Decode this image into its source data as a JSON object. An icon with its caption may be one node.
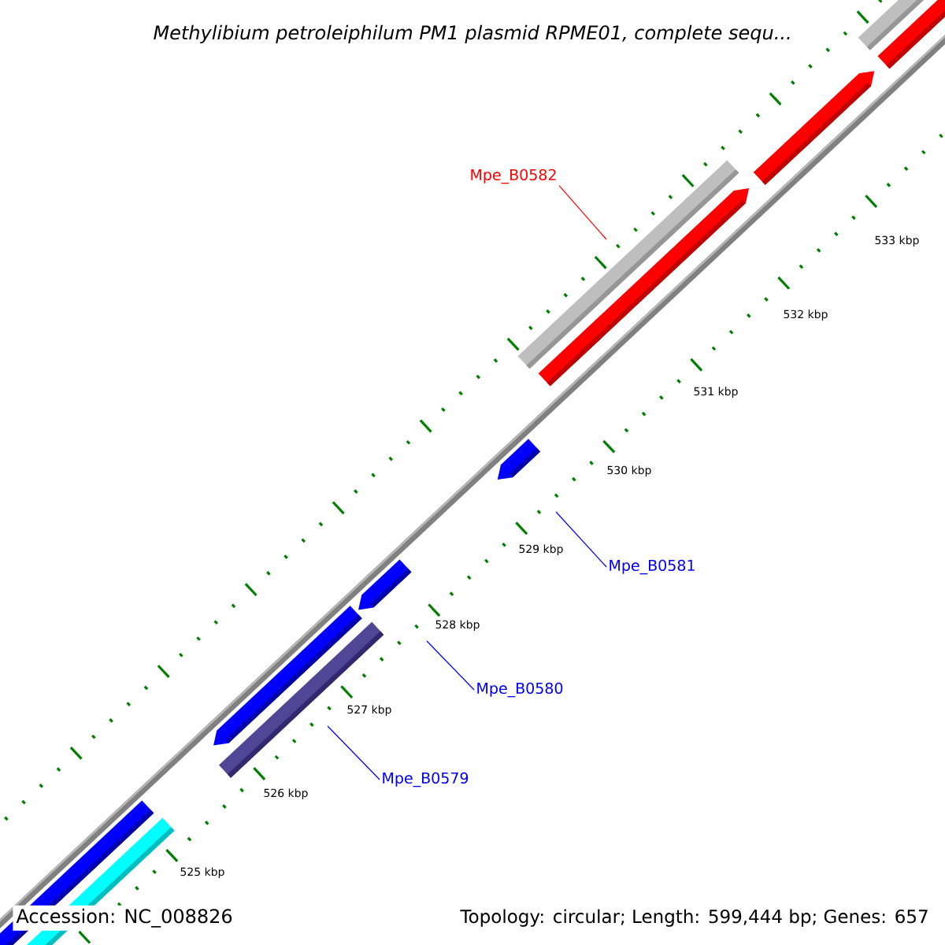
{
  "diagram": {
    "title": "Methylibium petroleiphilum PM1 plasmid RPME01, complete sequ...",
    "nodes": [
      {
        "text": [
          "Mpe_B0582"
        ]
      },
      {
        "text": [
          "Mpe_B0581"
        ]
      },
      {
        "text": [
          "Mpe_B0580"
        ]
      },
      {
        "text": [
          "Mpe_B0579"
        ]
      }
    ],
    "edges": [
      {
        "from": 0,
        "to": null,
        "arrow": "none",
        "color": "#ff0000"
      },
      {
        "from": 1,
        "to": null,
        "arrow": "none"
      },
      {
        "from": 2,
        "to": null,
        "arrow": "none"
      },
      {
        "from": 3,
        "to": null,
        "arrow": "none"
      }
    ],
    "labels": [
      "533 kbp",
      "532 kbp",
      "531 kbp",
      "530 kbp",
      "529 kbp",
      "528 kbp",
      "527 kbp",
      "526 kbp",
      "525 kbp",
      "Accession: NC_008826",
      "Topology: circular; Length: 599,444 bp; Genes: 657"
    ]
  }
}
